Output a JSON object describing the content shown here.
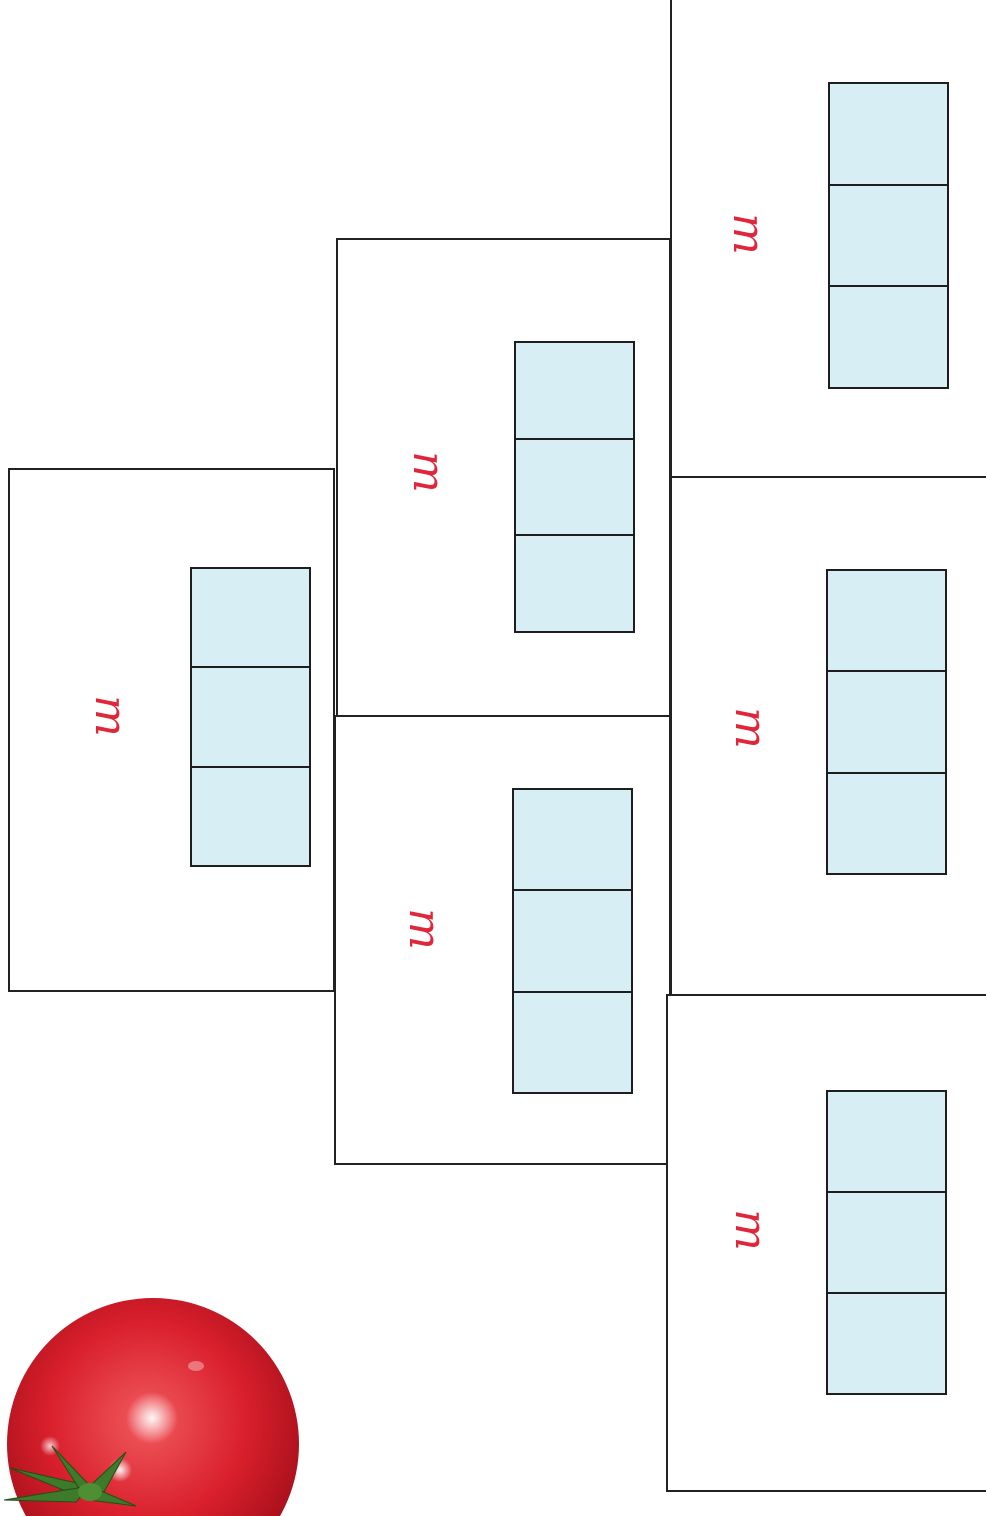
{
  "page": {
    "background": "#ffffff"
  },
  "style": {
    "letter_color": "#e0263a",
    "box_fill": "#d6eef4",
    "border_color": "#1e1e1e"
  },
  "cards": [
    {
      "letter": "m",
      "boxes": 3
    },
    {
      "letter": "m",
      "boxes": 3
    },
    {
      "letter": "m",
      "boxes": 3
    },
    {
      "letter": "m",
      "boxes": 3
    },
    {
      "letter": "m",
      "boxes": 3
    },
    {
      "letter": "m",
      "boxes": 3
    }
  ],
  "decoration": {
    "tomato_icon": "tomato-icon"
  }
}
